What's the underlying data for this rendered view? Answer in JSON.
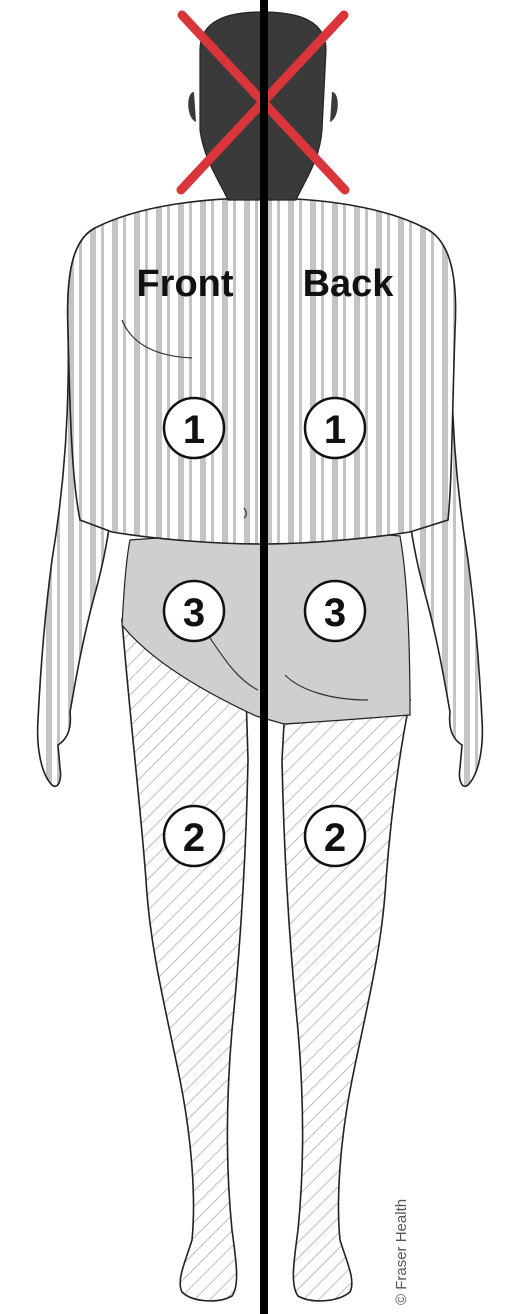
{
  "labels": {
    "front": "Front",
    "back": "Back"
  },
  "zones": [
    {
      "id": "zone-1-front",
      "number": "1",
      "side": "front",
      "fill": "vertical-stripes"
    },
    {
      "id": "zone-1-back",
      "number": "1",
      "side": "back",
      "fill": "vertical-stripes"
    },
    {
      "id": "zone-3-front",
      "number": "3",
      "side": "front",
      "fill": "solid-gray"
    },
    {
      "id": "zone-3-back",
      "number": "3",
      "side": "back",
      "fill": "solid-gray"
    },
    {
      "id": "zone-2-front",
      "number": "2",
      "side": "front",
      "fill": "diagonal-hatch"
    },
    {
      "id": "zone-2-back",
      "number": "2",
      "side": "back",
      "fill": "diagonal-hatch"
    }
  ],
  "head_excluded": true,
  "copyright": "© Fraser Health",
  "colors": {
    "cross": "#d9353a",
    "head": "#3a3a3a",
    "stripe": "#c4c4c4",
    "buttocks": "#cfcfcf",
    "hatch": "#9a9a9a",
    "divider": "#000000",
    "outline": "#222222"
  }
}
